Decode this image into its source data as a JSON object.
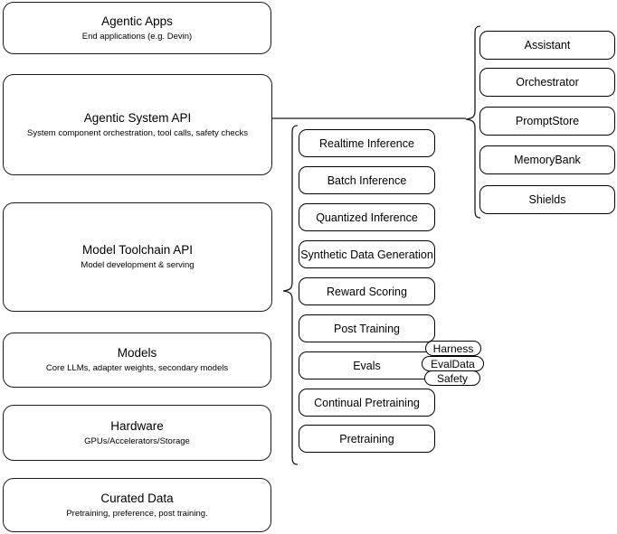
{
  "diagram": {
    "title": "AI Stack Architecture Diagram",
    "stroke_color": "#1a1a1a",
    "background_color": "#ffffff"
  },
  "stack_layers": [
    {
      "name": "agentic-apps",
      "title": "Agentic Apps",
      "subtitle": "End applications (e.g. Devin)"
    },
    {
      "name": "agentic-system-api",
      "title": "Agentic System API",
      "subtitle": "System component orchestration, tool calls, safety checks"
    },
    {
      "name": "model-toolchain-api",
      "title": "Model Toolchain API",
      "subtitle": "Model development & serving"
    },
    {
      "name": "models",
      "title": "Models",
      "subtitle": "Core LLMs, adapter weights, secondary models"
    },
    {
      "name": "hardware",
      "title": "Hardware",
      "subtitle": "GPUs/Accelerators/Storage"
    },
    {
      "name": "curated-data",
      "title": "Curated Data",
      "subtitle": "Pretraining, preference, post training."
    }
  ],
  "toolchain_components": [
    {
      "name": "realtime-inference",
      "label": "Realtime Inference"
    },
    {
      "name": "batch-inference",
      "label": "Batch Inference"
    },
    {
      "name": "quantized-inference",
      "label": "Quantized Inference"
    },
    {
      "name": "synthetic-data-generation",
      "label": "Synthetic Data Generation"
    },
    {
      "name": "reward-scoring",
      "label": "Reward Scoring"
    },
    {
      "name": "post-training",
      "label": "Post Training"
    },
    {
      "name": "evals",
      "label": "Evals"
    },
    {
      "name": "continual-pretraining",
      "label": "Continual Pretraining"
    },
    {
      "name": "pretraining",
      "label": "Pretraining"
    }
  ],
  "evals_subcomponents": [
    {
      "name": "harness",
      "label": "Harness"
    },
    {
      "name": "evaldata",
      "label": "EvalData"
    },
    {
      "name": "safety",
      "label": "Safety"
    }
  ],
  "agentic_system_components": [
    {
      "name": "assistant",
      "label": "Assistant"
    },
    {
      "name": "orchestrator",
      "label": "Orchestrator"
    },
    {
      "name": "promptstore",
      "label": "PromptStore"
    },
    {
      "name": "memorybank",
      "label": "MemoryBank"
    },
    {
      "name": "shields",
      "label": "Shields"
    }
  ]
}
